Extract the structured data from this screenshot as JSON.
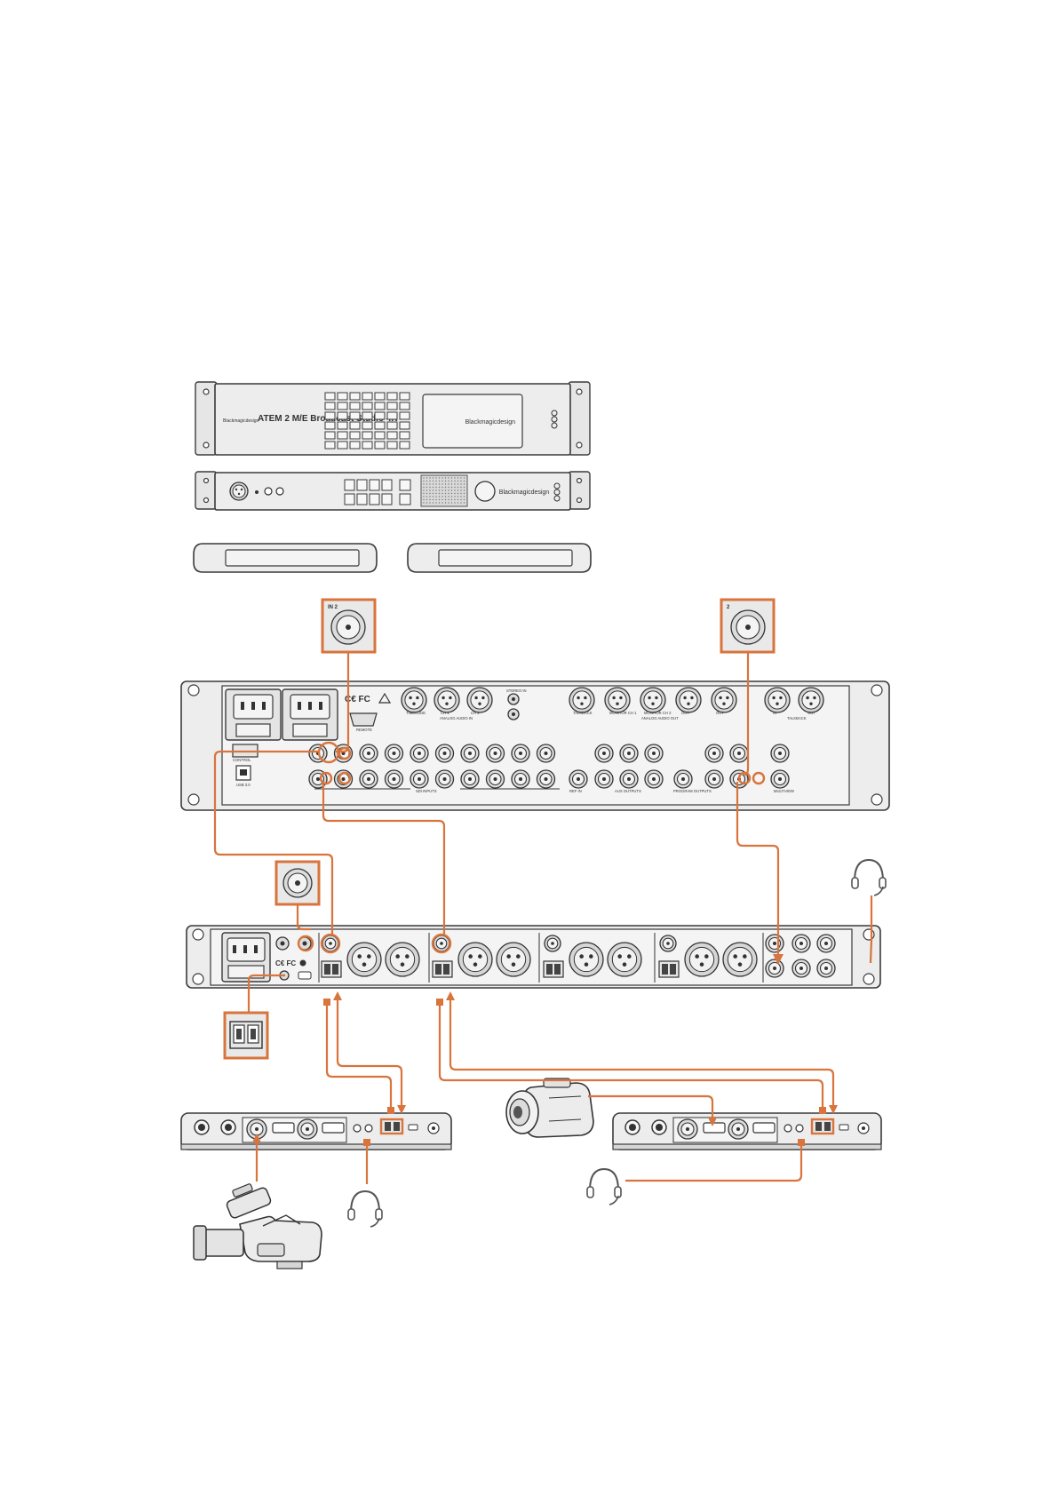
{
  "front_panel": {
    "model_name": "ATEM 2 M/E Broadcast Studio 4K",
    "brand_left": "Blackmagicdesign",
    "brand_right": "Blackmagicdesign"
  },
  "control_panel": {
    "brand": "Blackmagicdesign"
  },
  "detail_callouts": {
    "switcher_input_label": "IN 2",
    "switcher_output_label": "2"
  },
  "switcher_rear": {
    "labels": {
      "timecode": "TIMECODE",
      "ch1": "CH 1",
      "ch2": "CH 2",
      "analog_audio_in": "ANALOG AUDIO IN",
      "stereo_in": "STEREO IN",
      "remote": "REMOTE",
      "control": "CONTROL",
      "usb": "USB 3.0",
      "sdi_inputs": "SDI INPUTS",
      "ref_in": "REF IN",
      "aux_outputs": "AUX OUTPUTS",
      "program_outputs": "PROGRAM OUTPUTS",
      "multiview": "MULTIVIEW",
      "talkback": "TALKBACK",
      "analog_audio_out": "ANALOG AUDIO OUT",
      "monitor_ch1": "MONITOR CH 1",
      "monitor_ch2": "MONITOR CH 2",
      "out": "OUT",
      "in": "IN"
    }
  },
  "icons": {
    "headset": "headset-icon",
    "broadcast_camera": "broadcast-camera-icon",
    "handycam": "handycam-icon"
  },
  "colors": {
    "cable": "#d8743c",
    "device_fill": "#ededed",
    "outline": "#3a3a3a"
  }
}
